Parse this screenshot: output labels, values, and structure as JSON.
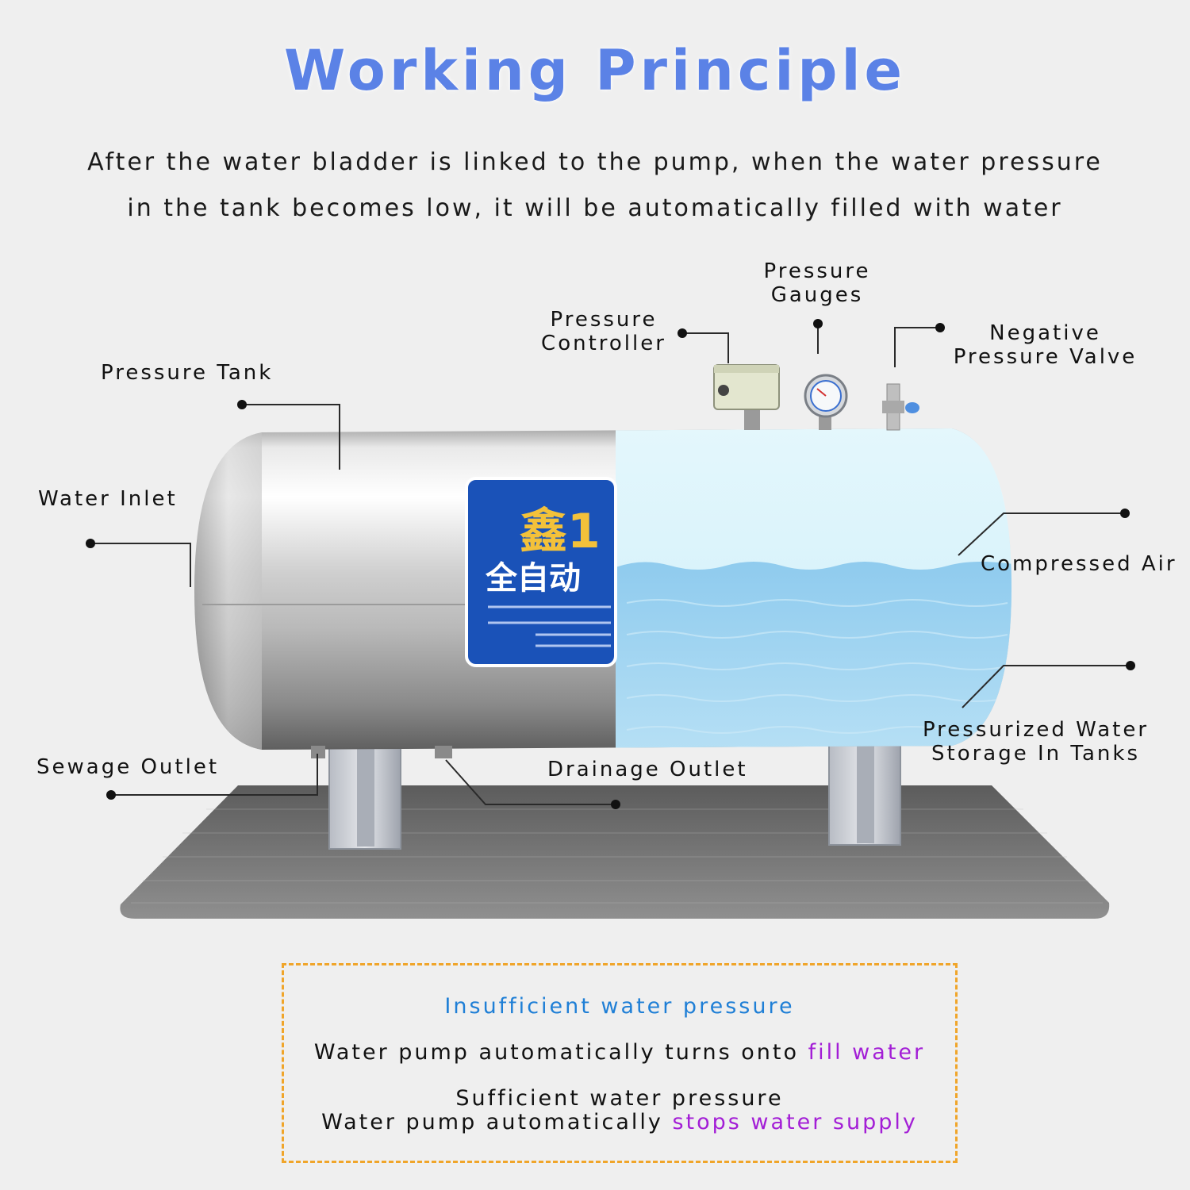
{
  "title": "Working Principle",
  "intro": {
    "line1": "After the water bladder is linked to the pump, when the water pressure",
    "line2": "in the tank becomes low, it will be automatically filled with water"
  },
  "tank_sign": {
    "brand": "鑫1",
    "subtitle": "全自动"
  },
  "labels": {
    "pressure_tank": "Pressure Tank",
    "water_inlet": "Water Inlet",
    "sewage_outlet": "Sewage Outlet",
    "pressure_controller": [
      "Pressure",
      "Controller"
    ],
    "pressure_gauges": [
      "Pressure",
      "Gauges"
    ],
    "negative_pressure_valve": [
      "Negative",
      "Pressure Valve"
    ],
    "compressed_air": "Compressed Air",
    "pressurized_water": [
      "Pressurized Water",
      "Storage In Tanks"
    ],
    "drainage_outlet": "Drainage Outlet"
  },
  "process_box": {
    "line1": "Insufficient water pressure",
    "line2_prefix": "Water pump automatically turns onto ",
    "line2_highlight": "fill water",
    "line3": "Sufficient water pressure",
    "line4_prefix": "Water pump automatically ",
    "line4_highlight": "stops water supply"
  },
  "colors": {
    "title": "#5b82e6",
    "box_border": "#f0a52a",
    "status_blue": "#1f7fd6",
    "highlight_purple": "#a31ed6",
    "air": "#d8f3fb",
    "water": "#a9d9f3"
  }
}
